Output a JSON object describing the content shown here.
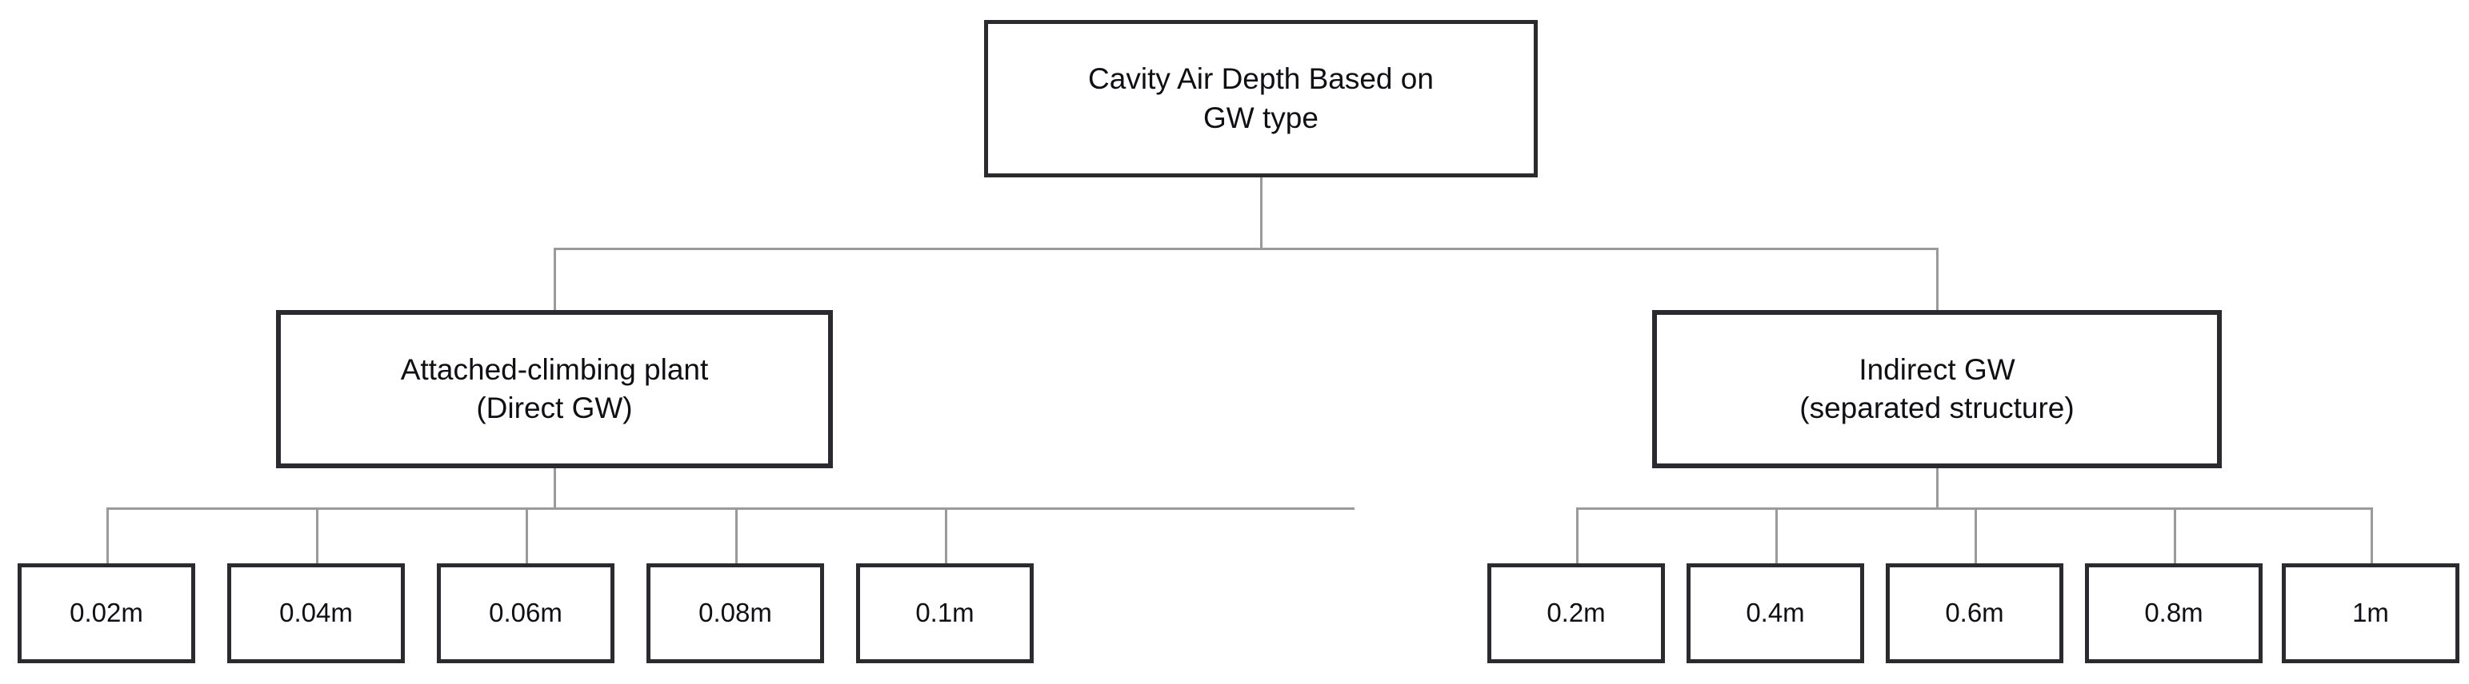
{
  "diagram": {
    "type": "tree",
    "title": "Cavity Air Depth Based on GW type",
    "background_color": "#ffffff",
    "node_border_color": "#2b2b2f",
    "node_fill_color": "#ffffff",
    "connector_color": "#9a9a9a",
    "text_color": "#101014"
  },
  "root": {
    "label": "Cavity Air Depth Based on\nGW type"
  },
  "branches": [
    {
      "id": "direct-gw",
      "label": "Attached-climbing plant\n(Direct GW)",
      "leaves": [
        {
          "label": "0.02m"
        },
        {
          "label": "0.04m"
        },
        {
          "label": "0.06m"
        },
        {
          "label": "0.08m"
        },
        {
          "label": "0.1m"
        }
      ]
    },
    {
      "id": "indirect-gw",
      "label": "Indirect GW\n(separated structure)",
      "leaves": [
        {
          "label": "0.2m"
        },
        {
          "label": "0.4m"
        },
        {
          "label": "0.6m"
        },
        {
          "label": "0.8m"
        },
        {
          "label": "1m"
        }
      ]
    }
  ]
}
